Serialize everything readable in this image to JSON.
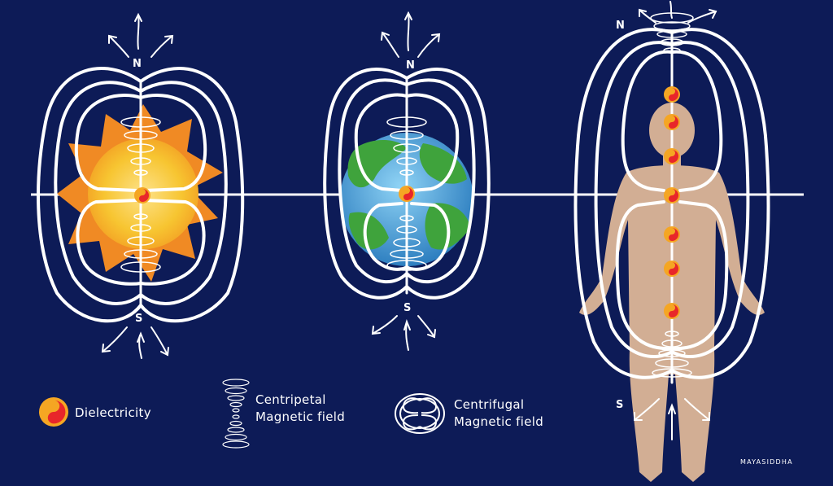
{
  "diagram": {
    "poles": {
      "sun_north": "N",
      "sun_south": "S",
      "earth_north": "N",
      "earth_south": "S",
      "human_north": "N",
      "human_south": "S"
    },
    "legend": {
      "dielectricity": "Dielectricity",
      "centripetal_line1": "Centripetal",
      "centripetal_line2": "Magnetic field",
      "centrifugal_line1": "Centrifugal",
      "centrifugal_line2": "Magnetic field"
    },
    "watermark": "MAYASIDDHA",
    "colors": {
      "background": "#0d1b57",
      "field_lines": "#ffffff",
      "sun_core": "#f7c531",
      "sun_rays": "#f08a24",
      "earth_ocean": "#4aa3d8",
      "earth_land": "#3fa33c",
      "human_skin": "#d2ae94",
      "dielectric_outer": "#f5a623",
      "dielectric_inner": "#e8262a"
    },
    "icons": [
      "dielectric-symbol-icon",
      "vortex-icon",
      "toroid-icon",
      "arrow-icon"
    ]
  }
}
